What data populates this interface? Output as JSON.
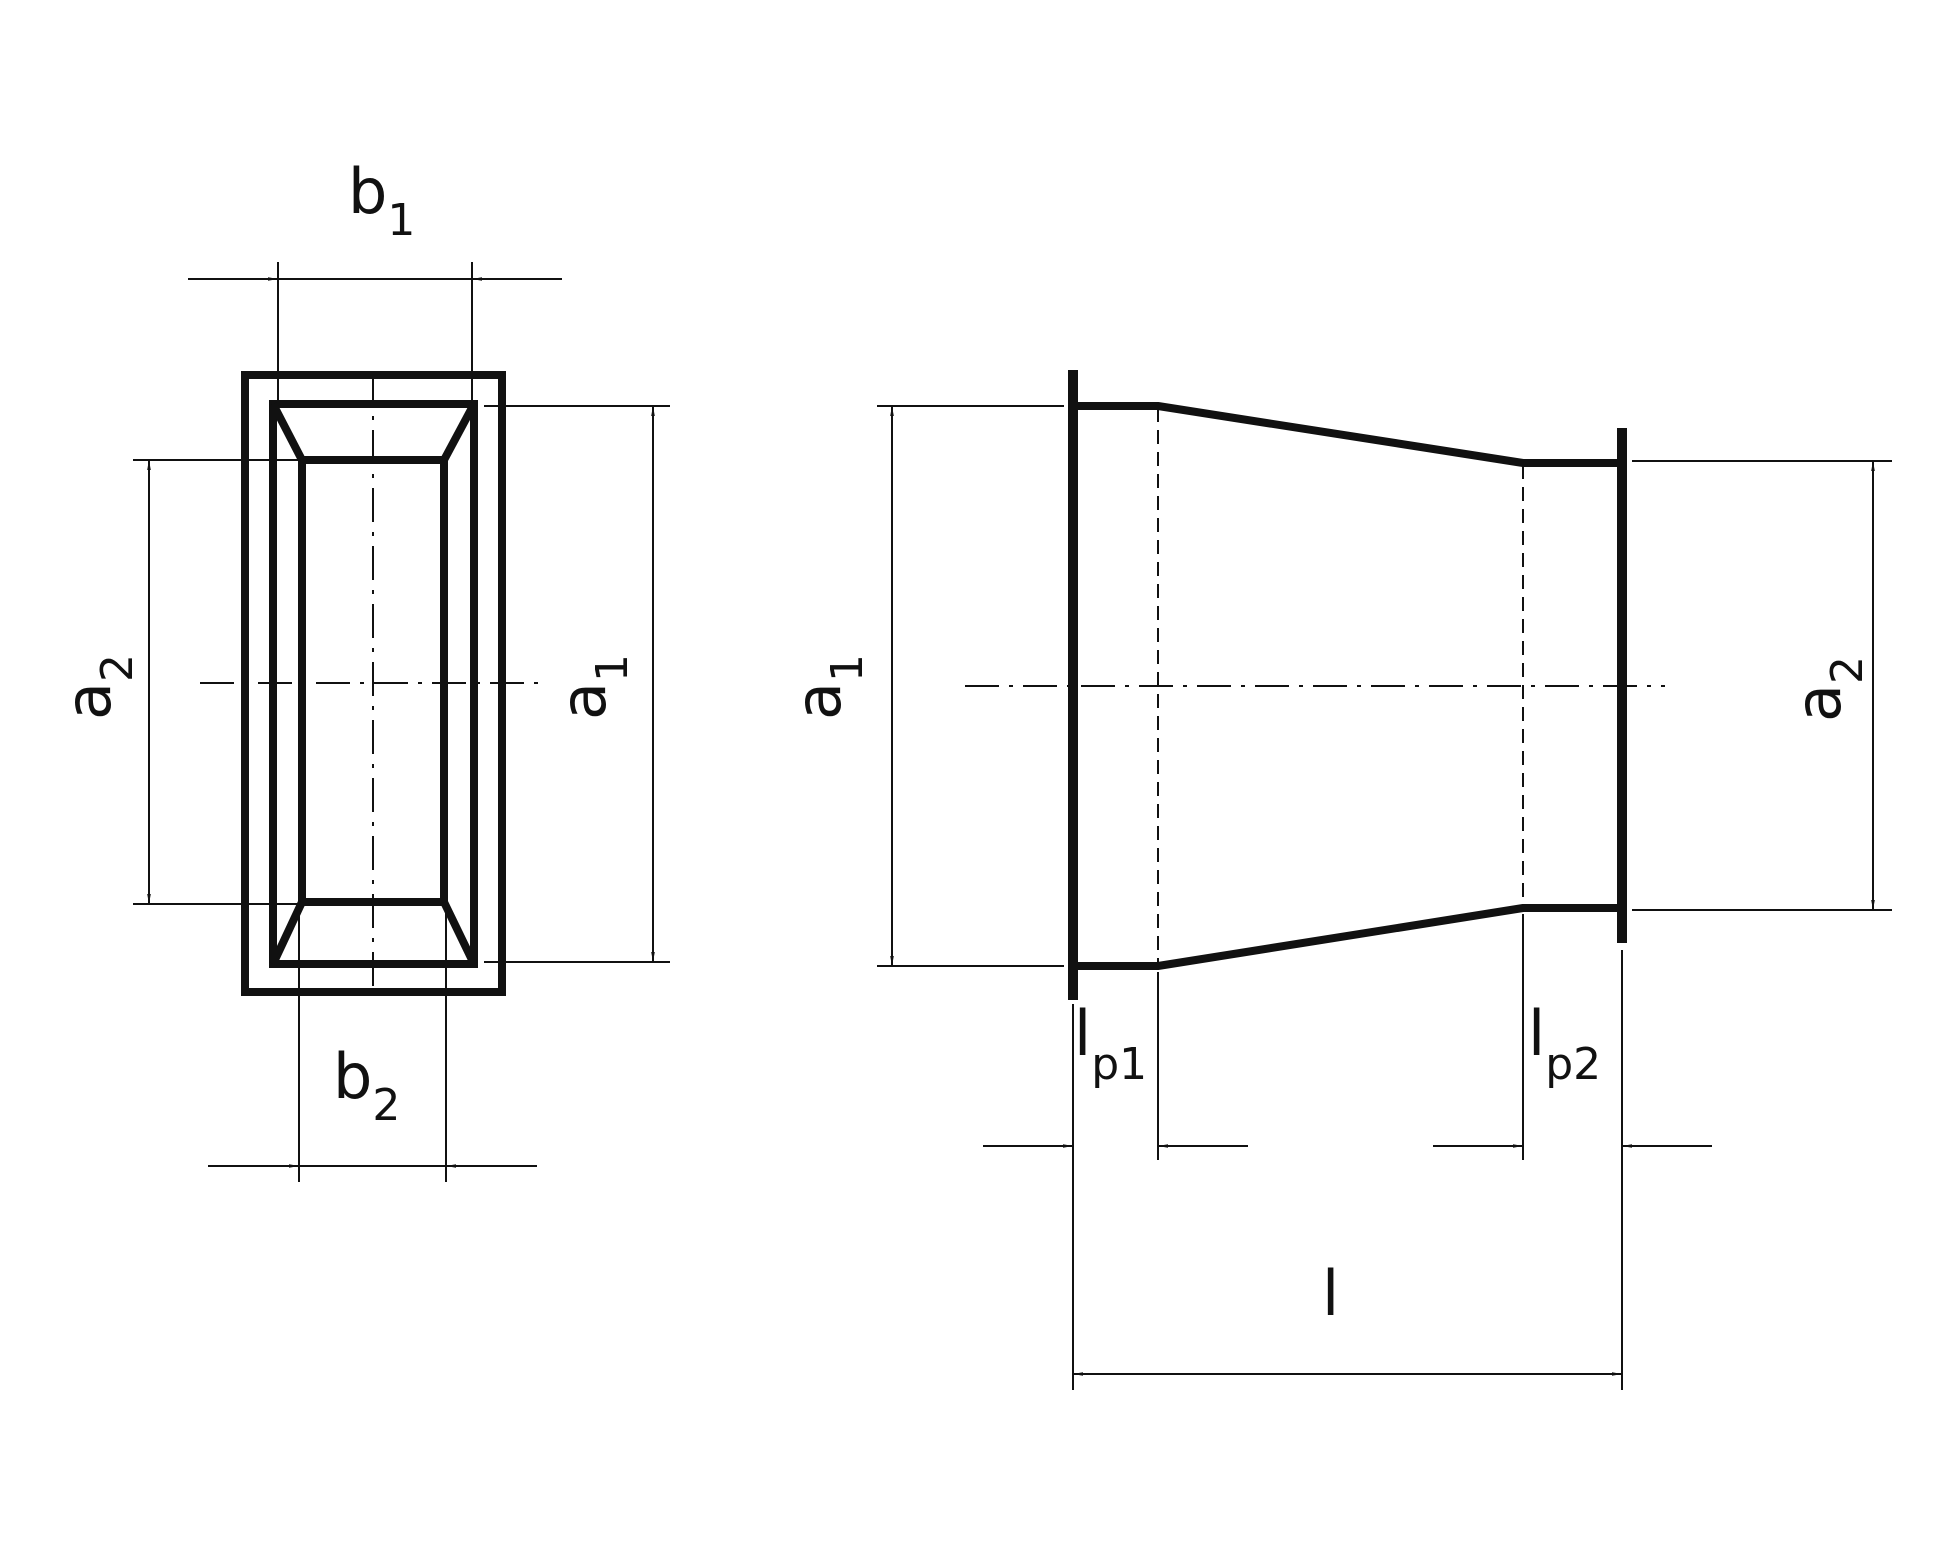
{
  "labels": {
    "front_b1_main": "b",
    "front_b1_sub": "1",
    "front_b2_main": "b",
    "front_b2_sub": "2",
    "front_a2_main": "a",
    "front_a2_sub": "2",
    "front_a1_main": "a",
    "front_a1_sub": "1",
    "side_a1_main": "a",
    "side_a1_sub": "1",
    "side_a2_main": "a",
    "side_a2_sub": "2",
    "lp1_main": "l",
    "lp1_sub": "p1",
    "lp2_main": "l",
    "lp2_sub": "p2",
    "l_main": "l"
  },
  "colors": {
    "line": "#111111",
    "background": "#ffffff"
  }
}
